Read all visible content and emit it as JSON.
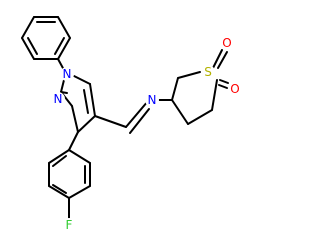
{
  "molecule": {
    "atoms": {
      "n_pyrazole_1": {
        "symbol": "N",
        "color": "#0000ff"
      },
      "n_pyrazole_2": {
        "symbol": "N",
        "color": "#0000ff"
      },
      "n_imine": {
        "symbol": "N",
        "color": "#0000ff"
      },
      "s_sulfone": {
        "symbol": "S",
        "color": "#b2b200"
      },
      "o_sulfone_1": {
        "symbol": "O",
        "color": "#ff0000"
      },
      "o_sulfone_2": {
        "symbol": "O",
        "color": "#ff0000"
      },
      "f_fluoro": {
        "symbol": "F",
        "color": "#33cc33"
      }
    }
  }
}
